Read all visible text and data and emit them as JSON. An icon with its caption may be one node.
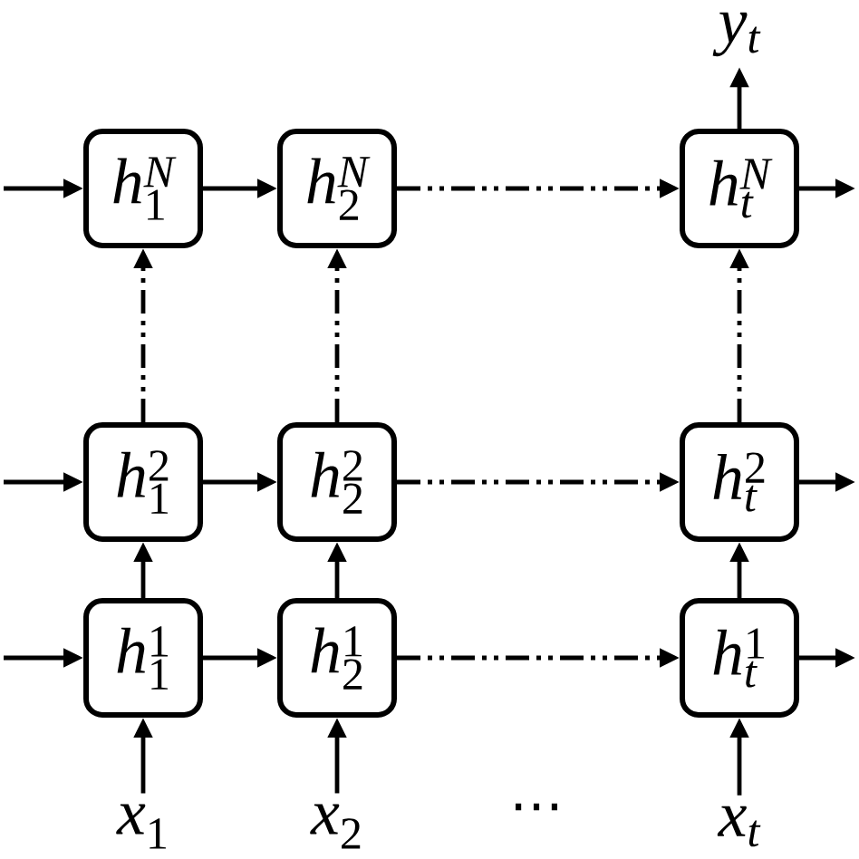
{
  "diagram": {
    "nodes": [
      {
        "text": [
          "y_t"
        ]
      },
      {
        "text": [
          "h_1^N"
        ]
      },
      {
        "text": [
          "h_2^N"
        ]
      },
      {
        "text": [
          "h_t^N"
        ]
      },
      {
        "text": [
          "h_1^2"
        ]
      },
      {
        "text": [
          "h_2^2"
        ]
      },
      {
        "text": [
          "h_t^2"
        ]
      },
      {
        "text": [
          "h_1^1"
        ]
      },
      {
        "text": [
          "h_2^1"
        ]
      },
      {
        "text": [
          "h_t^1"
        ]
      },
      {
        "text": [
          "x_1"
        ]
      },
      {
        "text": [
          "x_2"
        ]
      },
      {
        "text": [
          "x_t"
        ]
      }
    ],
    "edges": [
      {
        "from": null,
        "to": 1,
        "arrow": "to"
      },
      {
        "from": 1,
        "to": 2,
        "arrow": "to"
      },
      {
        "from": 2,
        "to": 3,
        "arrow": "to",
        "style": "dashed"
      },
      {
        "from": 3,
        "to": null,
        "arrow": "to"
      },
      {
        "from": 3,
        "to": 0,
        "arrow": "to"
      },
      {
        "from": 4,
        "to": 1,
        "arrow": "to",
        "style": "dashed"
      },
      {
        "from": 5,
        "to": 2,
        "arrow": "to",
        "style": "dashed"
      },
      {
        "from": 6,
        "to": 3,
        "arrow": "to",
        "style": "dashed"
      },
      {
        "from": null,
        "to": 4,
        "arrow": "to"
      },
      {
        "from": 4,
        "to": 5,
        "arrow": "to"
      },
      {
        "from": 5,
        "to": 6,
        "arrow": "to",
        "style": "dashed"
      },
      {
        "from": 6,
        "to": null,
        "arrow": "to"
      },
      {
        "from": 7,
        "to": 4,
        "arrow": "to"
      },
      {
        "from": 8,
        "to": 5,
        "arrow": "to"
      },
      {
        "from": 9,
        "to": 6,
        "arrow": "to"
      },
      {
        "from": null,
        "to": 7,
        "arrow": "to"
      },
      {
        "from": 7,
        "to": 8,
        "arrow": "to"
      },
      {
        "from": 8,
        "to": 9,
        "arrow": "to",
        "style": "dashed"
      },
      {
        "from": 9,
        "to": null,
        "arrow": "to"
      },
      {
        "from": 10,
        "to": 7,
        "arrow": "to"
      },
      {
        "from": 11,
        "to": 8,
        "arrow": "to"
      },
      {
        "from": 12,
        "to": 9,
        "arrow": "to"
      }
    ],
    "labels": [
      "⋯"
    ]
  }
}
